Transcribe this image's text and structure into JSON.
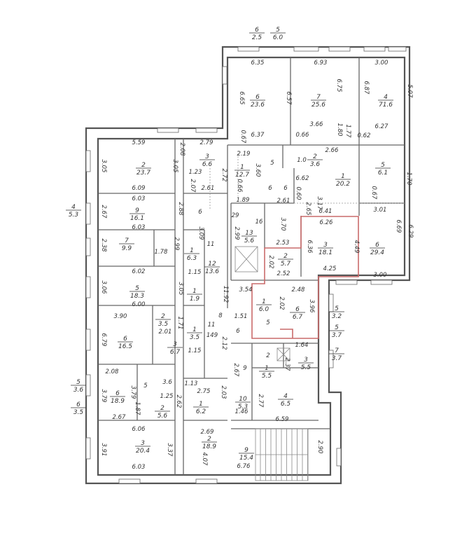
{
  "plan": {
    "line_color": "#555555",
    "highlight_color": "#c96a6a",
    "rooms": [
      {
        "number": "6",
        "area": "23.6"
      },
      {
        "number": "7",
        "area": "25.6"
      },
      {
        "number": "4",
        "area": "71.6"
      },
      {
        "number": "6",
        "area": "2.5"
      },
      {
        "number": "5",
        "area": "6.0"
      },
      {
        "number": "2",
        "area": "23.7"
      },
      {
        "number": "3",
        "area": "6.6"
      },
      {
        "number": "9",
        "area": "16.1"
      },
      {
        "number": "7",
        "area": "9.9"
      },
      {
        "number": "5",
        "area": "18.3"
      },
      {
        "number": "2",
        "area": "3.5"
      },
      {
        "number": "3",
        "area": "6.7"
      },
      {
        "number": "6",
        "area": "16.5"
      },
      {
        "number": "6",
        "area": "18.9"
      },
      {
        "number": "2",
        "area": "5.6"
      },
      {
        "number": "3",
        "area": "20.4"
      },
      {
        "number": "1",
        "area": "6.3"
      },
      {
        "number": "12",
        "area": "13.6"
      },
      {
        "number": "1",
        "area": "1.9"
      },
      {
        "number": "1",
        "area": "3.5"
      },
      {
        "number": "1",
        "area": "6.2"
      },
      {
        "number": "2",
        "area": "18.9"
      },
      {
        "number": "4",
        "area": "5.3"
      },
      {
        "number": "5",
        "area": "3.6"
      },
      {
        "number": "6",
        "area": "3.5"
      },
      {
        "number": "1",
        "area": "12.7"
      },
      {
        "number": "2",
        "area": "3.6"
      },
      {
        "number": "1",
        "area": "20.2"
      },
      {
        "number": "5",
        "area": "6.1"
      },
      {
        "number": "13",
        "area": "5.6"
      },
      {
        "number": "3",
        "area": "18.1"
      },
      {
        "number": "6",
        "area": "29.4"
      },
      {
        "number": "2",
        "area": "5.7"
      },
      {
        "number": "1",
        "area": "6.0"
      },
      {
        "number": "6",
        "area": "6.7"
      },
      {
        "number": "1",
        "area": "5.5"
      },
      {
        "number": "3",
        "area": "5.5"
      },
      {
        "number": "10",
        "area": "5.3"
      },
      {
        "number": "4",
        "area": "6.5"
      },
      {
        "number": "9",
        "area": "15.4"
      },
      {
        "number": "5",
        "area": "3.2"
      },
      {
        "number": "5",
        "area": "3.7"
      },
      {
        "number": "7",
        "area": "3.7"
      }
    ],
    "dimensions": [
      "6.35",
      "6.93",
      "3.00",
      "6.65",
      "6.57",
      "6.75",
      "6.87",
      "5.07",
      "6.37",
      "3.66",
      "6.27",
      "0.67",
      "0.66",
      "1.80",
      "1.77",
      "0.62",
      "5.59",
      "3.05",
      "3.05",
      "2.08",
      "2.79",
      "1.23",
      "2.72",
      "2.07",
      "2.61",
      "6.09",
      "6.03",
      "2.67",
      "2.88",
      "6.03",
      "2.38",
      "1.78",
      "2.99",
      "3.09",
      "6.02",
      "3.06",
      "3.05",
      "1.15",
      "11",
      "6",
      "6.00",
      "3.90",
      "6.79",
      "2.01",
      "1.71",
      "11",
      "149",
      "1.15",
      "8",
      "2.08",
      "3.79",
      "3.79",
      "3.6",
      "1.25",
      "2.62",
      "1.87",
      "2.67",
      "5",
      "6.06",
      "3.91",
      "3.37",
      "6.03",
      "1.13",
      "2.75",
      "2.03",
      "2.69",
      "4.07",
      "2.12",
      "11.92",
      "2.19",
      "3.60",
      "0.66",
      "1.89",
      "5",
      "6",
      "6",
      "1.0",
      "2.66",
      "6.62",
      "0.60",
      "3.17",
      "2.65",
      "2.61",
      "6.41",
      "0.67",
      "3.01",
      "6.69",
      "6.29",
      "4.49",
      "6.36",
      "6.26",
      "4.25",
      "3.00",
      "1.70",
      "29",
      "16",
      "2.99",
      "3.70",
      "2.53",
      "2.02",
      "2.52",
      "3.54",
      "2.02",
      "2.48",
      "3.96",
      "1.51",
      "6",
      "5",
      "1.64",
      "2",
      "2.37",
      "2.67",
      "9",
      "2.77",
      "6.59",
      "1.46",
      "2.90",
      "6.76"
    ]
  }
}
